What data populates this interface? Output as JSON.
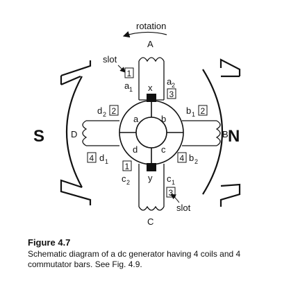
{
  "diagram": {
    "rotation_label": "rotation",
    "poles": {
      "south": "S",
      "north": "N"
    },
    "coils": {
      "top": "A",
      "right": "B",
      "bottom": "C",
      "left": "D"
    },
    "segments": [
      "a",
      "b",
      "c",
      "d"
    ],
    "brushes": {
      "top": "x",
      "bottom": "y"
    },
    "slot_labels": [
      "slot",
      "slot"
    ],
    "conductors": [
      {
        "letter": "a",
        "sub": "1",
        "slot": "1"
      },
      {
        "letter": "a",
        "sub": "2",
        "slot": "3"
      },
      {
        "letter": "b",
        "sub": "1",
        "slot": "2"
      },
      {
        "letter": "b",
        "sub": "2",
        "slot": "4"
      },
      {
        "letter": "c",
        "sub": "1",
        "slot": "3"
      },
      {
        "letter": "c",
        "sub": "2",
        "slot": "1"
      },
      {
        "letter": "d",
        "sub": "1",
        "slot": "4"
      },
      {
        "letter": "d",
        "sub": "2",
        "slot": "2"
      }
    ]
  },
  "caption": {
    "title": "Figure 4.7",
    "text": "Schematic diagram of a dc generator having 4 coils and 4 commutator bars. See Fig. 4.9."
  }
}
